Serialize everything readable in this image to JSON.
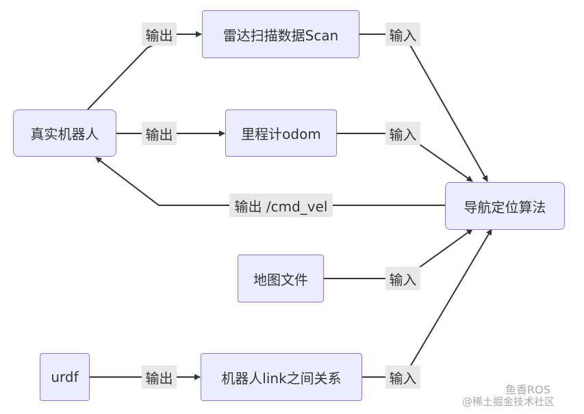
{
  "nodes": {
    "robot": "真实机器人",
    "scan": "雷达扫描数据Scan",
    "odom": "里程计odom",
    "nav": "导航定位算法",
    "map": "地图文件",
    "urdf": "urdf",
    "tf": "机器人link之间关系"
  },
  "edges": {
    "robot_scan": "输出",
    "robot_odom": "输出",
    "nav_robot": "输出 /cmd_vel",
    "scan_nav": "输入",
    "odom_nav": "输入",
    "map_nav": "输入",
    "urdf_tf": "输出",
    "tf_nav": "输入"
  },
  "watermark": {
    "line1": "鱼香ROS",
    "line2": "@稀土掘金技术社区"
  },
  "colors": {
    "node_fill": "#ececff",
    "node_border": "#9370db",
    "edge": "#333333",
    "label_bg": "#e8e8e8"
  }
}
